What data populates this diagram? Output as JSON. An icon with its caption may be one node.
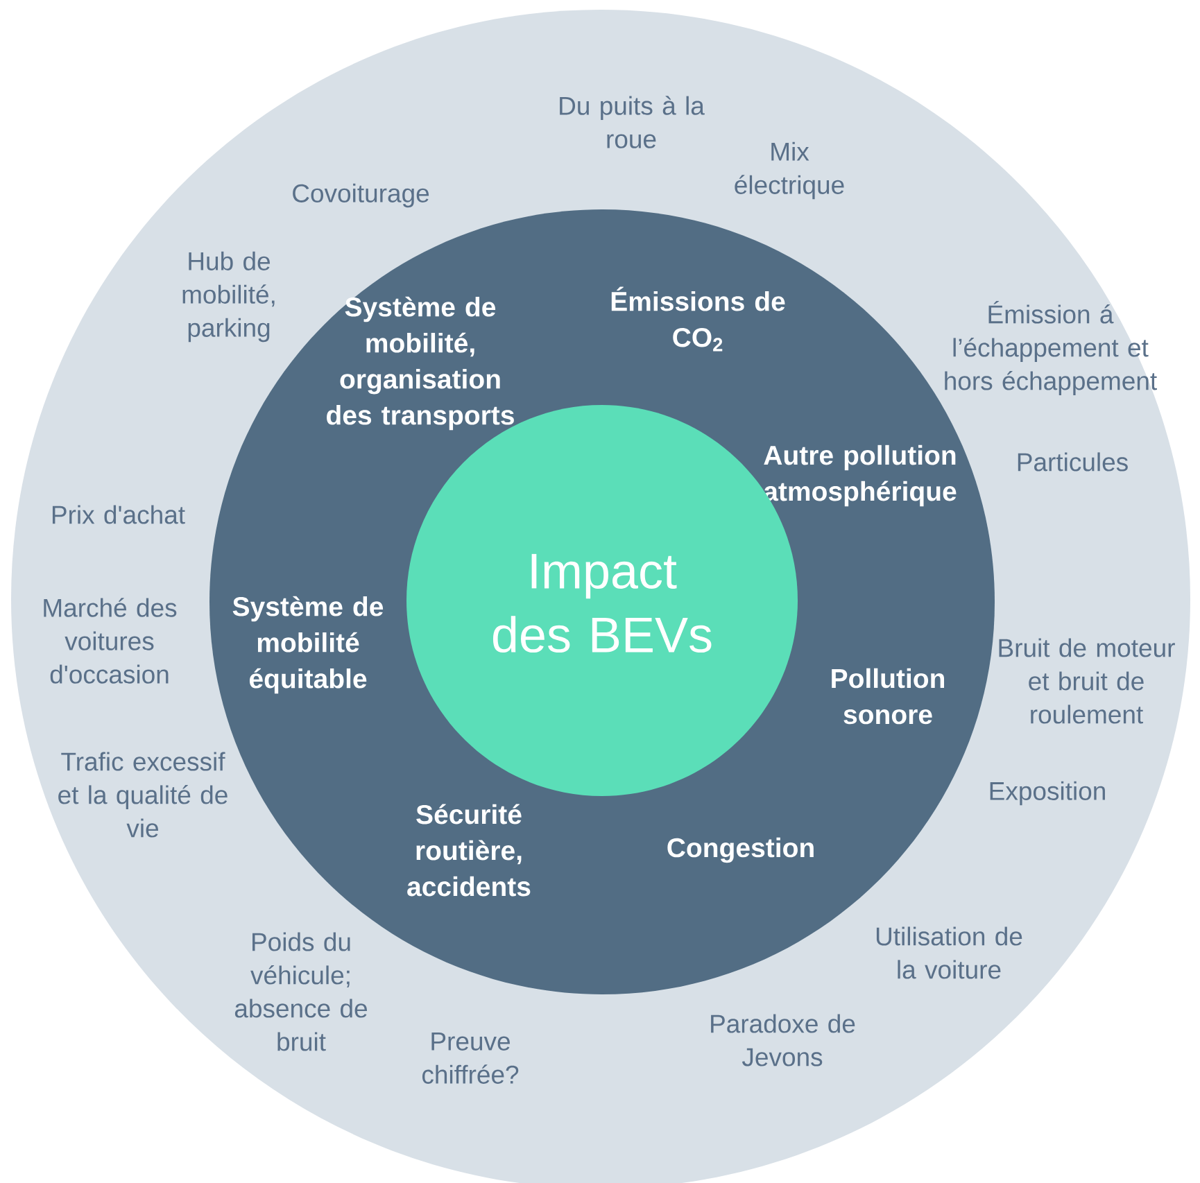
{
  "diagram": {
    "nodes": [
      {
        "text": [
          "Du puits à la roue",
          "Covoiturage",
          "Mix électrique",
          "Hub de mobilité, parking",
          "Émission á l’échappement et hors échappement",
          "Particules",
          "Prix d'achat",
          "Marché des voitures d'occasion",
          "Bruit de moteur et bruit de roulement",
          "Trafic excessif et la qualité de vie",
          "Exposition",
          "Poids du véhicule; absence de bruit",
          "Utilisation de la voiture",
          "Preuve chiffrée?",
          "Paradoxe de Jevons"
        ]
      },
      {
        "text": [
          "Système de mobilité, organisation des transports",
          "Émissions de CO$_{2}$",
          "Autre pollution atmosphérique",
          "Système de mobilité équitable",
          "Pollution sonore",
          "Sécurité routière, accidents",
          "Congestion"
        ],
        "in": 0
      },
      {
        "text": [
          "Impact des BEVs"
        ],
        "in": 1
      }
    ]
  }
}
